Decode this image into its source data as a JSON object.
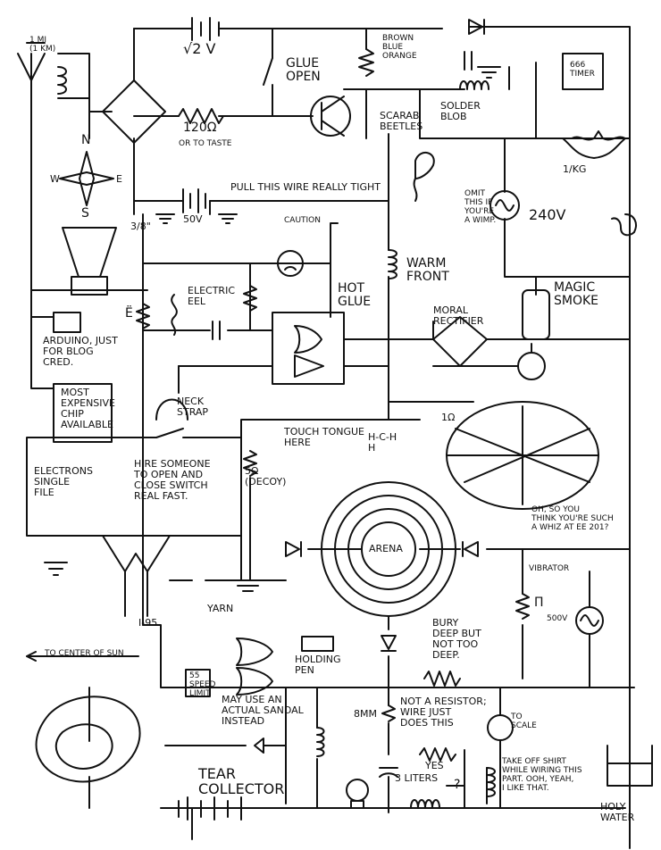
{
  "labels": {
    "one_mi": "1 MI\n(1 KM)",
    "sqrt2v": "√2 V",
    "glue_open": "GLUE\nOPEN",
    "brown_blue_orange": "BROWN\nBLUE\nORANGE",
    "scarab_beetles": "SCARAB\nBEETLES",
    "solder_blob": "SOLDER\nBLOB",
    "timer": "666\nTIMER",
    "ohm120": "120Ω",
    "or_to_taste": "OR TO TASTE",
    "north": "N",
    "south": "S",
    "west": "W",
    "east": "E",
    "pull_wire": "PULL THIS WIRE REALLY TIGHT",
    "fifty_v": "50V",
    "caution": "CAUTION",
    "omit_wimp": "OMIT\nTHIS IF\nYOU'RE\nA WIMP.",
    "two40v": "240V",
    "one_kg": "1/kg",
    "three_eighths": "3/8\"",
    "electric_eel": "ELECTRIC\nEEL",
    "hot_glue": "HOT\nGLUE",
    "warm_front": "WARM\nFRONT",
    "magic_smoke": "MAGIC\nSMOKE",
    "moral_rectifier": "MORAL\nRECTIFIER",
    "e_umlaut": "ë",
    "arduino": "ARDUINO, JUST\nFOR BLOG\nCRED.",
    "most_expensive": "MOST\nEXPENSIVE\nCHIP\nAVAILABLE",
    "neck_strap": "NECK\nSTRAP",
    "touch_tongue": "TOUCH TONGUE\nHERE",
    "hch": "H-C-H\n   H",
    "one_ohm": "1Ω",
    "hire_someone": "HIRE SOMEONE\nTO OPEN AND\nCLOSE SWITCH\nREAL FAST.",
    "electrons": "ELECTRONS\nSINGLE\nFILE",
    "five_ohm": "5Ω\n(DECOY)",
    "arena": "ARENA",
    "whiz": "OH, SO YOU\nTHINK YOU'RE SUCH\nA WHIZ AT EE 201?",
    "vibrator": "VIBRATOR",
    "pi": "π",
    "five00v": "500V",
    "yarn": "YARN",
    "i95": "I-95",
    "to_center": "TO CENTER OF SUN",
    "holding_pen": "HOLDING\nPEN",
    "bury_deep": "BURY\nDEEP BUT\nNOT TOO\nDEEP.",
    "speed_limit": "55\nSPEED\nLIMIT",
    "sandal": "MAY USE AN\nACTUAL SANDAL\nINSTEAD",
    "not_resistor": "NOT A RESISTOR;\nWIRE JUST\nDOES THIS",
    "eight_mm": "8mm",
    "to_scale": "TO\nSCALE",
    "tear_collector": "TEAR\nCOLLECTOR",
    "yes": "YES",
    "three_liters": "3 LITERS",
    "question": "?",
    "take_off_shirt": "TAKE OFF SHIRT\nWHILE WIRING THIS\nPART. OOH, YEAH,\nI LIKE THAT.",
    "holy_water": "HOLY\nWATER"
  }
}
